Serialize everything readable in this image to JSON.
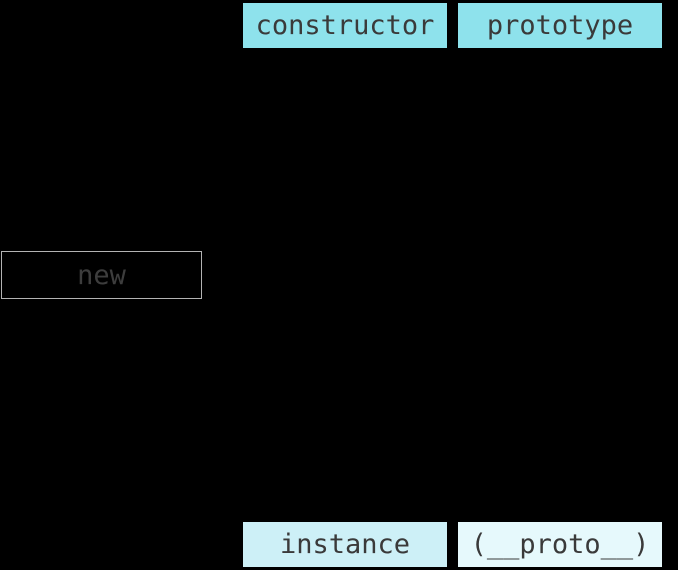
{
  "diagram": {
    "background_color": "#000000",
    "text_font_note": "monospace-labels",
    "nodes": {
      "constructor": {
        "label": "constructor",
        "fill": "#8ee2ec",
        "text_color": "#3a3a3a"
      },
      "prototype": {
        "label": "prototype",
        "fill": "#8ee2ec",
        "text_color": "#3a3a3a"
      },
      "new_operator": {
        "label": "new",
        "fill": "transparent",
        "border_color": "#b3b3b3",
        "text_color": "#3d3d3d"
      },
      "instance": {
        "label": "instance",
        "fill": "#cdf0f7",
        "text_color": "#3a3a3a"
      },
      "proto_link": {
        "label": "(__proto__)",
        "fill": "#e6f9fc",
        "text_color": "#3a3a3a"
      }
    }
  }
}
